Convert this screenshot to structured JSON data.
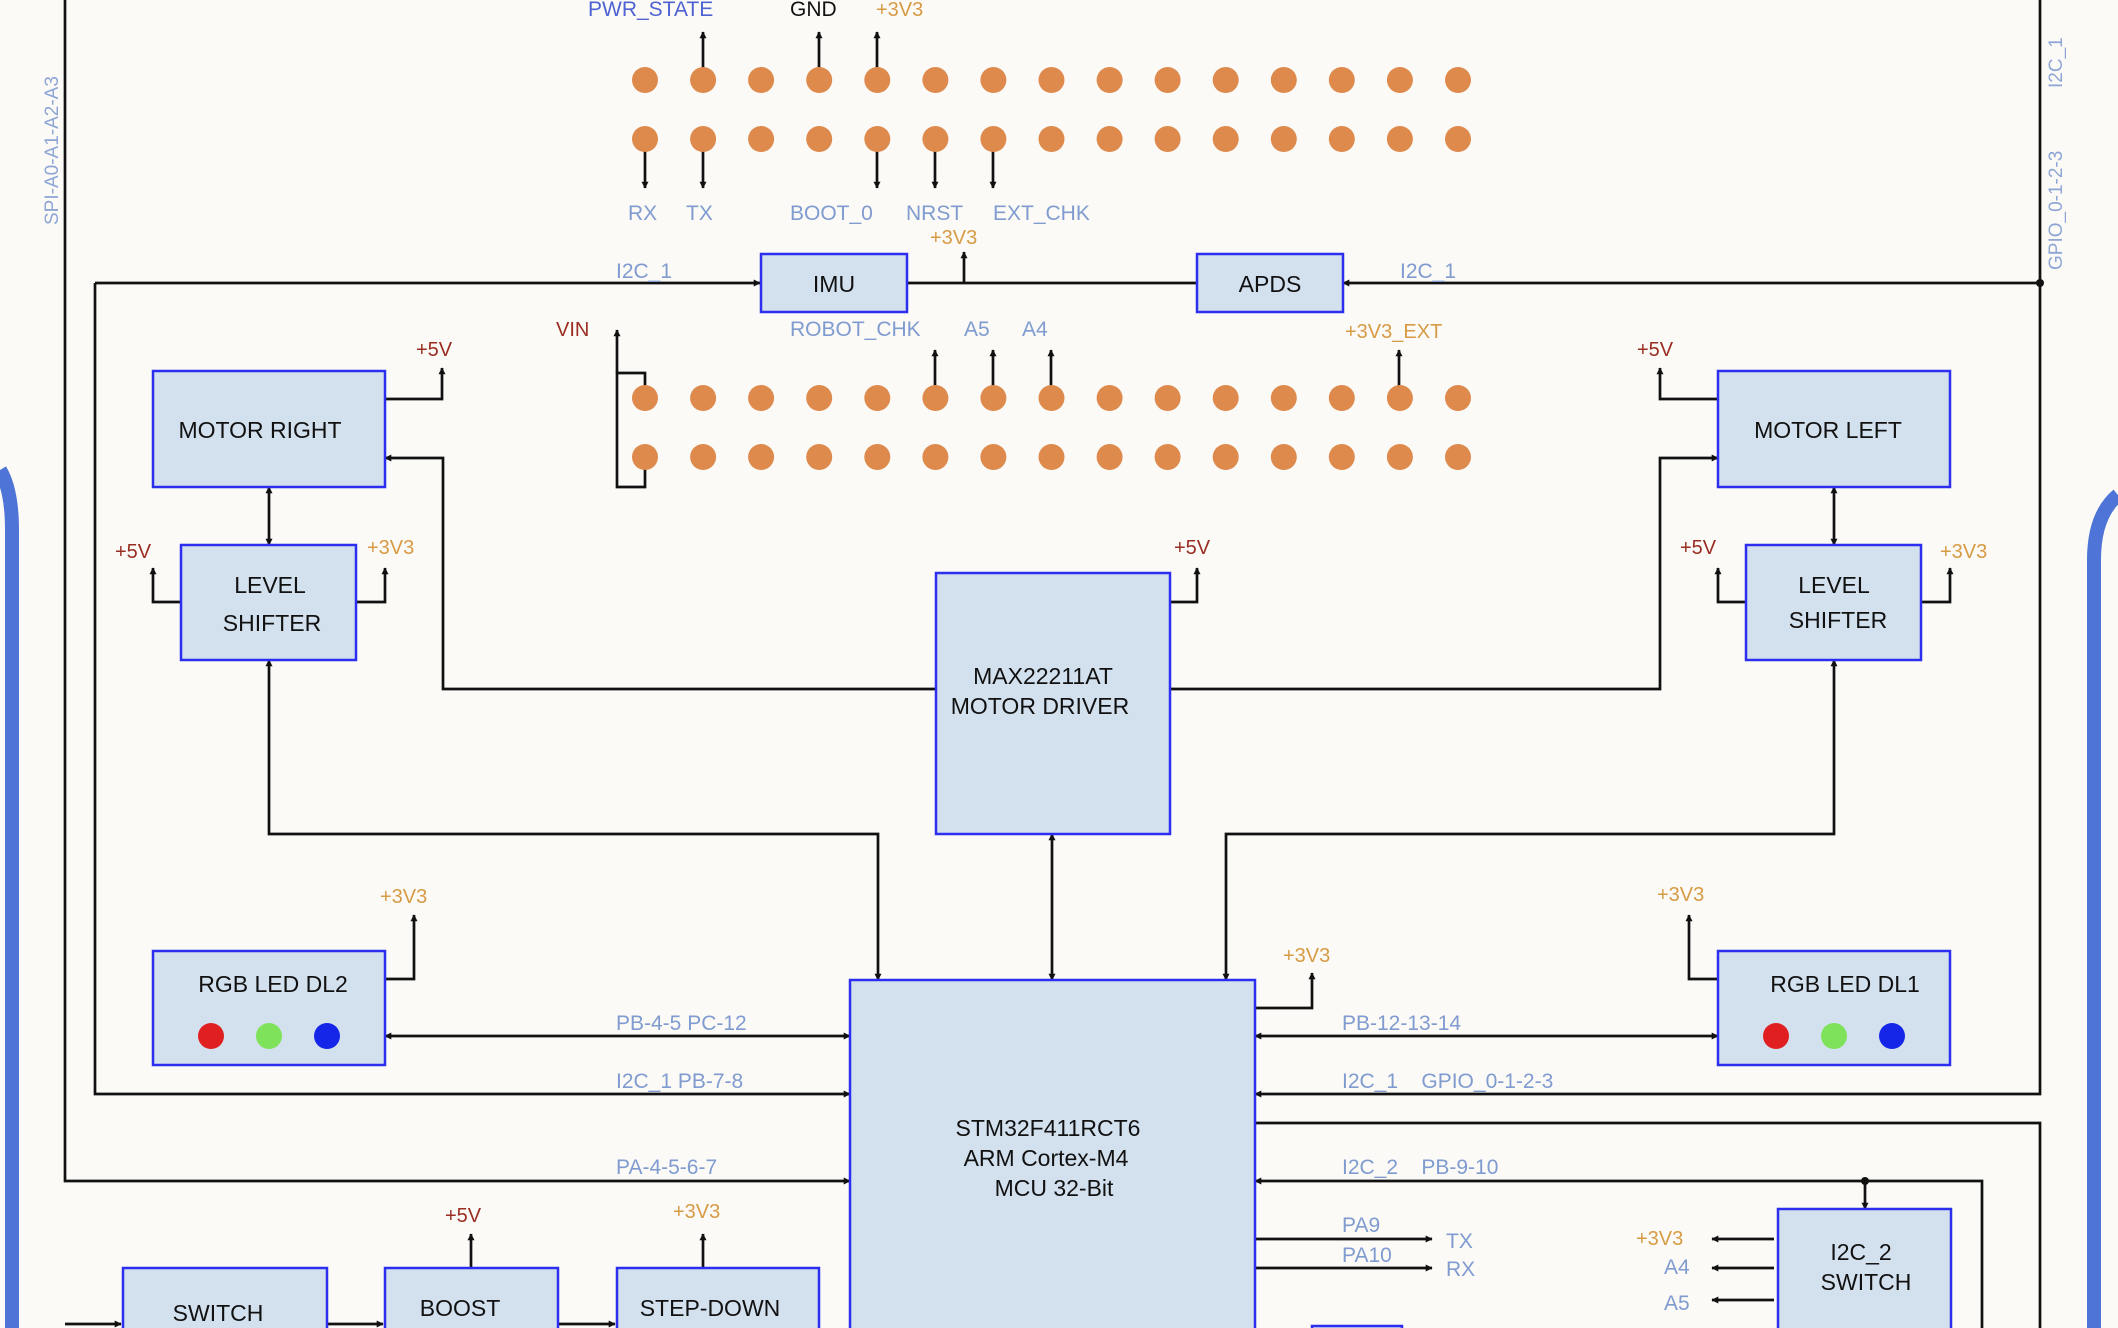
{
  "colors": {
    "background": "#fbfaf6",
    "block_fill": "#d3e0ee",
    "block_border": "#2d2ff0",
    "wire": "#111111",
    "signal_label": "#7f9bd0",
    "power_5v": "#9a2d22",
    "power_3v3": "#d79b45",
    "pin": "#de8a4d",
    "frame_side": "#4d74d6",
    "led_red": "#e02020",
    "led_green": "#7ee35a",
    "led_blue": "#1626e8"
  },
  "blocks": {
    "imu": "IMU",
    "apds": "APDS",
    "motor_right": "MOTOR RIGHT",
    "motor_left": "MOTOR LEFT",
    "level_shifter_l": [
      "LEVEL",
      "SHIFTER"
    ],
    "level_shifter_r": [
      "LEVEL",
      "SHIFTER"
    ],
    "motor_driver": [
      "MAX22211AT",
      "MOTOR DRIVER"
    ],
    "mcu": [
      "STM32F411RCT6",
      "ARM Cortex-M4",
      "MCU 32-Bit"
    ],
    "rgb_dl2": "RGB LED DL2",
    "rgb_dl1": "RGB LED DL1",
    "i2c2_switch": [
      "I2C_2",
      "SWITCH"
    ],
    "switch": "SWITCH",
    "boost": "BOOST",
    "step_down": "STEP-DOWN"
  },
  "header_labels": {
    "pwr_state": "PWR_STATE",
    "gnd": "GND",
    "plus3v3": "+3V3",
    "rx": "RX",
    "tx": "TX",
    "boot0": "BOOT_0",
    "nrst": "NRST",
    "ext_chk": "EXT_CHK",
    "robot_chk": "ROBOT_CHK",
    "a5": "A5",
    "a4": "A4",
    "vin": "VIN",
    "plus3v3_ext": "+3V3_EXT"
  },
  "signals": {
    "i2c1_left": "I2C_1",
    "i2c1_right": "I2C_1",
    "imu_3v3": "+3V3",
    "pb45_pc12": "PB-4-5 PC-12",
    "i2c1_pb78": "I2C_1 PB-7-8",
    "pa4567": "PA-4-5-6-7",
    "pb121314": "PB-12-13-14",
    "i2c1_gpio": "I2C_1    GPIO_0-1-2-3",
    "i2c2_pb910": "I2C_2    PB-9-10",
    "pa9": "PA9",
    "pa10": "PA10",
    "tx_out": "TX",
    "rx_out": "RX",
    "sw_3v3": "+3V3",
    "sw_a4": "A4",
    "sw_a5": "A5"
  },
  "power": {
    "mr_5v": "+5V",
    "ml_5v": "+5V",
    "lsl_5v": "+5V",
    "lsl_3v3": "+3V3",
    "lsr_5v": "+5V",
    "lsr_3v3": "+3V3",
    "md_5v": "+5V",
    "dl2_3v3": "+3V3",
    "dl1_3v3": "+3V3",
    "mcu_3v3": "+3V3",
    "boost_5v": "+5V",
    "stepdown_3v3": "+3V3"
  },
  "side_labels": {
    "spi": "SPI-A0-A1-A2-A3",
    "i2c1": "I2C_1",
    "gpio": "GPIO_0-1-2-3"
  },
  "pin_header": {
    "columns": 15,
    "rows": 2,
    "banks": 2
  }
}
